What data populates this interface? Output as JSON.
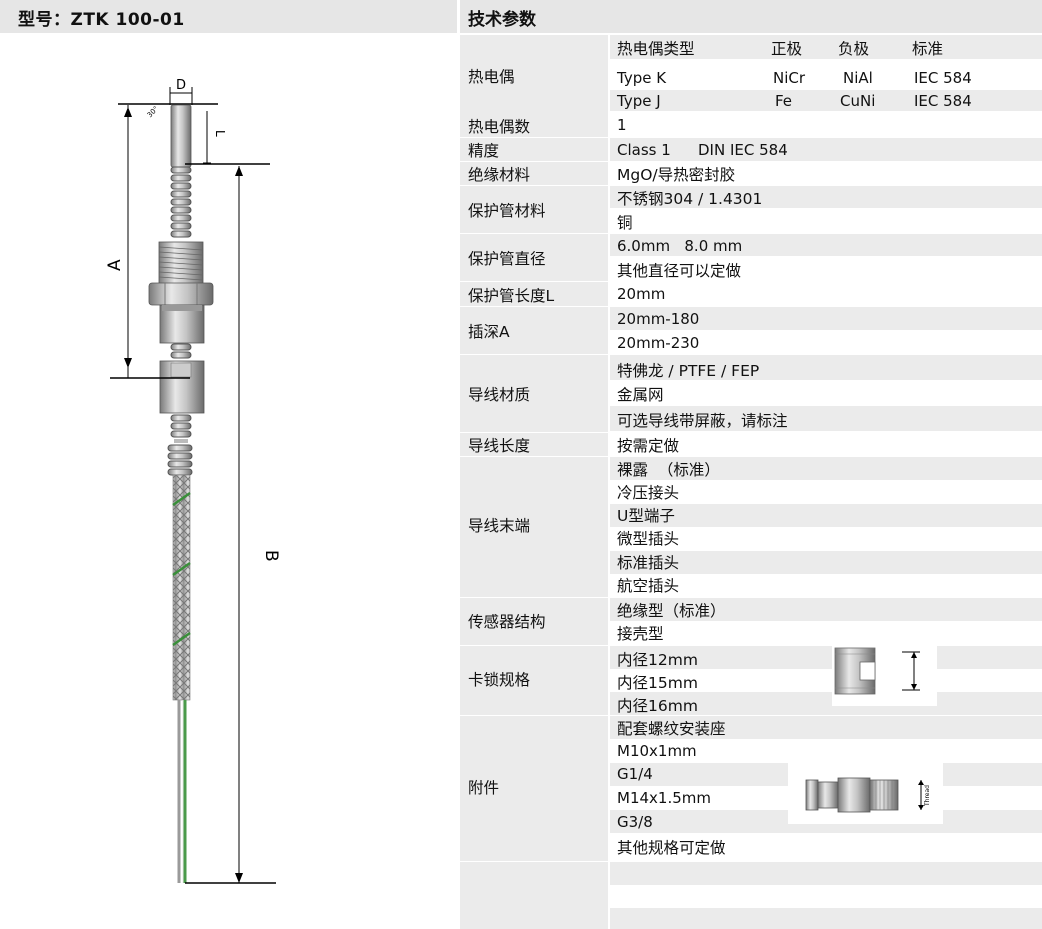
{
  "left_title": "型号：ZTK 100-01",
  "right_title": "技术参数",
  "drawing": {
    "label_D": "D",
    "label_L": "L",
    "label_A": "A",
    "label_B": "B",
    "angle": "30°"
  },
  "table": {
    "thermocouple": {
      "label": "热电偶",
      "headers": [
        "热电偶类型",
        "正极",
        "负极",
        "标准"
      ],
      "rows": [
        [
          "Type K",
          "NiCr",
          "NiAl",
          "IEC 584"
        ],
        [
          "Type J",
          "Fe",
          "CuNi",
          "IEC 584"
        ]
      ]
    },
    "count": {
      "label": "热电偶数",
      "value": "1"
    },
    "accuracy": {
      "label": "精度",
      "value1": "Class 1",
      "value2": "DIN IEC 584"
    },
    "insulation": {
      "label": "绝缘材料",
      "value": "MgO/导热密封胶"
    },
    "sheath_material": {
      "label": "保护管材料",
      "values": [
        "不锈钢304 / 1.4301",
        "铜"
      ]
    },
    "sheath_diameter": {
      "label": "保护管直径",
      "values": [
        "6.0mm   8.0 mm",
        "其他直径可以定做"
      ]
    },
    "sheath_length": {
      "label": "保护管长度L",
      "value": "20mm"
    },
    "insertion": {
      "label": "插深A",
      "values": [
        "20mm-180",
        "20mm-230"
      ]
    },
    "lead_material": {
      "label": "导线材质",
      "values": [
        "特佛龙 / PTFE / FEP",
        "金属网",
        "可选导线带屏蔽，请标注"
      ]
    },
    "lead_length": {
      "label": "导线长度",
      "value": "按需定做"
    },
    "lead_end": {
      "label": "导线末端",
      "values": [
        "裸露  （标准）",
        "冷压接头",
        "U型端子",
        "微型插头",
        "标准插头",
        "航空插头"
      ]
    },
    "sensor_structure": {
      "label": "传感器结构",
      "values": [
        "绝缘型（标准）",
        "接壳型"
      ]
    },
    "clamp": {
      "label": "卡锁规格",
      "values": [
        "内径12mm",
        "内径15mm",
        "内径16mm"
      ]
    },
    "accessories": {
      "label": "附件",
      "values": [
        "配套螺纹安装座",
        "M10x1mm",
        "G1/4",
        "M14x1.5mm",
        "G3/8",
        "其他规格可定做"
      ],
      "thread_label": "Thread"
    }
  }
}
